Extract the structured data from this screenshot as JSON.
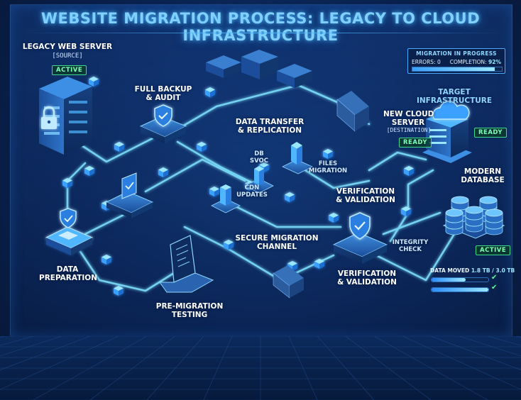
{
  "title": "WEBSITE MIGRATION PROCESS: LEGACY TO CLOUD INFRASTRUCTURE",
  "legacy": {
    "title": "LEGACY WEB SERVER",
    "sub": "[SOURCE]",
    "status": "ACTIVE"
  },
  "steps": {
    "backup": "FULL BACKUP\n& AUDIT",
    "transfer": "DATA TRANSFER\n& REPLICATION",
    "db_sync": "DB\nSVOC",
    "files": "FILES\nMIGRATION",
    "cdn": "CDN\nUPDATES",
    "verify_top": "VERIFICATION\n& VALIDATION",
    "channel": "SECURE MIGRATION\nCHANNEL",
    "verify_bottom": "VERIFICATION\n& VALIDATION",
    "integrity": "INTEGRITY\nCHECK",
    "prep": "DATA\nPREPARATION",
    "testing": "PRE-MIGRATION\nTESTING"
  },
  "target": {
    "header": "TARGET INFRASTRUCTURE",
    "server_title": "NEW CLOUD\nSERVER",
    "server_sub": "[DESTINATION]",
    "server_status": "READY",
    "server_status2": "READY",
    "db_title": "MODERN\nDATABASE",
    "db_status": "ACTIVE"
  },
  "progress": {
    "title": "MIGRATION IN PROGRESS",
    "errors_label": "ERRORS: 0",
    "completion_label": "COMPLETION:",
    "completion_value": "92%",
    "completion": 0.92
  },
  "data_moved": {
    "label": "DATA MOVED",
    "value": "1.8 TB / 3.0 TB",
    "bars": [
      0.6,
      1.0
    ],
    "check_glyph": "✔"
  }
}
